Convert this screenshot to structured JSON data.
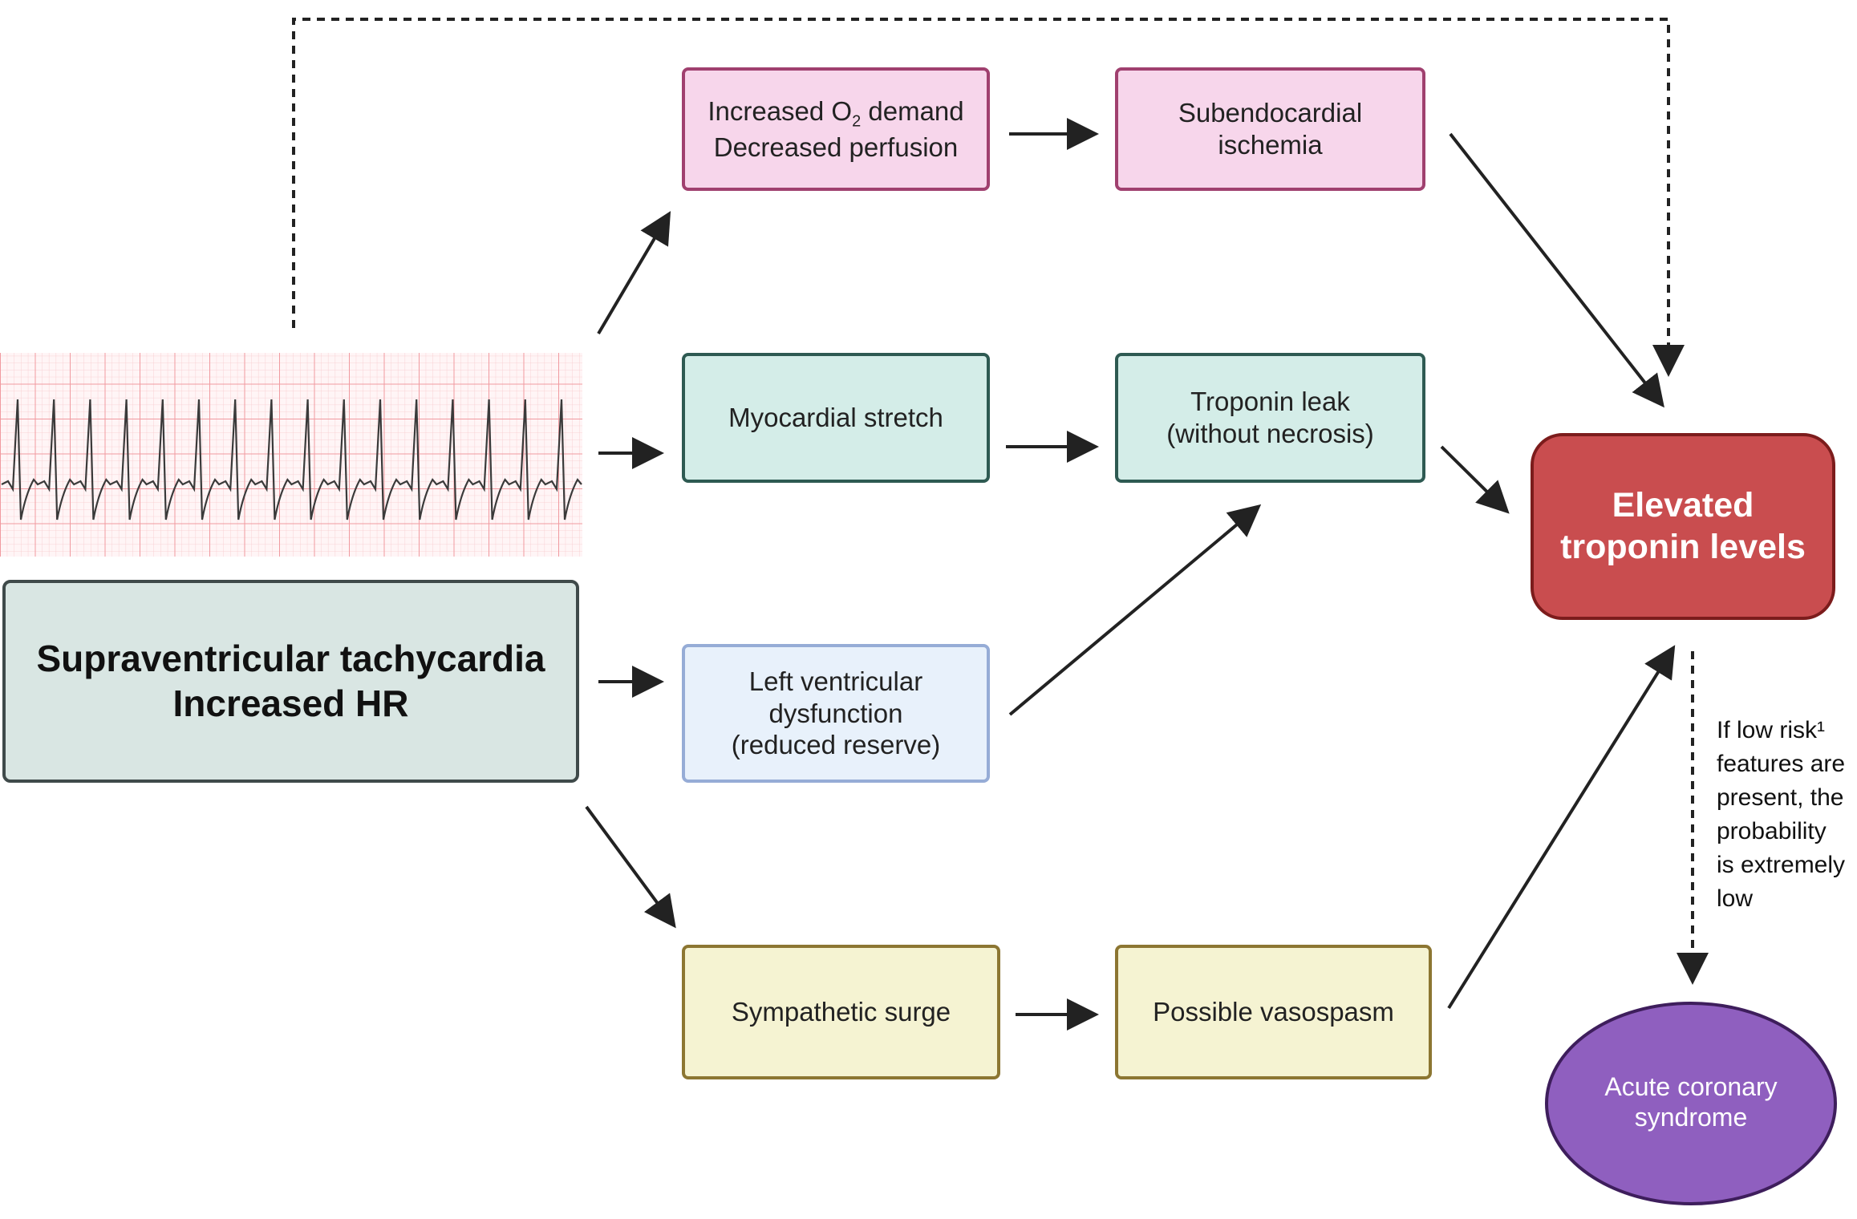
{
  "diagram": {
    "ecg_strip": {
      "label": "ECG strip showing supraventricular tachycardia",
      "grid_color": "#f2a0a6",
      "trace_color": "#333333"
    },
    "source_node": {
      "line1": "Supraventricular tachycardia",
      "line2": "Increased HR"
    },
    "nodes": {
      "o2_demand": {
        "line1_prefix": "Increased O",
        "line1_sub": "2",
        "line1_suffix": " demand",
        "line2": "Decreased perfusion"
      },
      "subendocardial": {
        "text": "Subendocardial\nischemia"
      },
      "myocardial_stretch": {
        "text": "Myocardial stretch"
      },
      "troponin_leak": {
        "text": "Troponin leak\n(without necrosis)"
      },
      "lv_dysfunction": {
        "text": "Left ventricular\ndysfunction\n(reduced reserve)"
      },
      "sympathetic": {
        "text": "Sympathetic surge"
      },
      "vasospasm": {
        "text": "Possible vasospasm"
      },
      "elevated_troponin": {
        "text": "Elevated\ntroponin levels"
      },
      "acs": {
        "text": "Acute coronary\nsyndrome"
      }
    },
    "note": {
      "text": "If low risk¹\nfeatures are\npresent, the\nprobability\nis extremely\nlow"
    },
    "colors": {
      "pink": "#f7d6eb",
      "teal": "#d4ede8",
      "blue": "#e8f1fb",
      "yellow": "#f5f3d2",
      "red": "#c94d4f",
      "purple": "#8f5fbf"
    }
  }
}
